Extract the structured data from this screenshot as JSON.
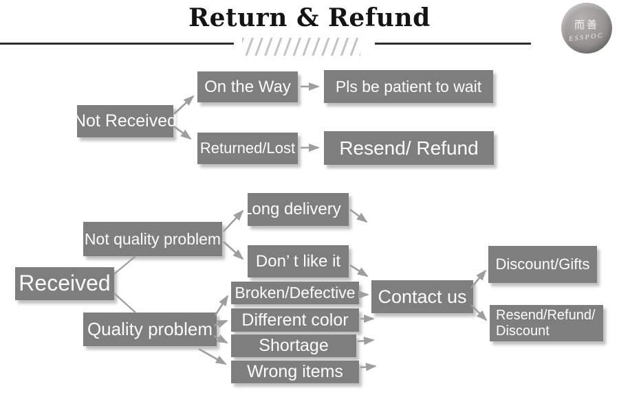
{
  "header": {
    "title": "Return & Refund",
    "logo": {
      "chinese": "而善",
      "brand": "ESSPOC"
    }
  },
  "colors": {
    "node_background": "#7e7e7e",
    "node_text": "#fdfdfd",
    "arrow": "#9e9e9e",
    "divider": "#2d2d2d",
    "title_text": "#141414",
    "page_background": "#ffffff"
  },
  "diagram": {
    "nodes": {
      "not_received": "Not Received",
      "on_the_way": "On the Way",
      "pls_be_patient": "Pls be patient to wait",
      "returned_lost": "Returned/Lost",
      "resend_refund": "Resend/ Refund",
      "received": "Received",
      "not_quality_problem": "Not quality problem",
      "long_delivery": "Long delivery",
      "dont_like_it": "Don’ t like it",
      "quality_problem": "Quality problem",
      "broken_defective": "Broken/Defective",
      "different_color": "Different color",
      "shortage": "Shortage",
      "wrong_items": "Wrong items",
      "contact_us": "Contact us",
      "discount_gifts": "Discount/Gifts",
      "resend_refund_discount_line1": "Resend/Refund/",
      "resend_refund_discount_line2": "Discount"
    },
    "edges": [
      {
        "from": "not_received",
        "to": "on_the_way",
        "arrowhead": true
      },
      {
        "from": "not_received",
        "to": "returned_lost",
        "arrowhead": true
      },
      {
        "from": "on_the_way",
        "to": "pls_be_patient",
        "arrowhead": true
      },
      {
        "from": "returned_lost",
        "to": "resend_refund",
        "arrowhead": true
      },
      {
        "from": "received",
        "to": "not_quality_problem",
        "arrowhead": false
      },
      {
        "from": "received",
        "to": "quality_problem",
        "arrowhead": false
      },
      {
        "from": "not_quality_problem",
        "to": "long_delivery",
        "arrowhead": true
      },
      {
        "from": "not_quality_problem",
        "to": "dont_like_it",
        "arrowhead": true
      },
      {
        "from": "long_delivery",
        "to": "contact_us",
        "arrowhead": true
      },
      {
        "from": "dont_like_it",
        "to": "contact_us",
        "arrowhead": true
      },
      {
        "from": "quality_problem",
        "to": "broken_defective",
        "arrowhead": true
      },
      {
        "from": "quality_problem",
        "to": "different_color",
        "arrowhead": true
      },
      {
        "from": "quality_problem",
        "to": "shortage",
        "arrowhead": true
      },
      {
        "from": "quality_problem",
        "to": "wrong_items",
        "arrowhead": true
      },
      {
        "from": "broken_defective",
        "to": "contact_us",
        "arrowhead": true
      },
      {
        "from": "different_color",
        "to": "contact_us",
        "arrowhead": true
      },
      {
        "from": "shortage",
        "to": "contact_us",
        "arrowhead": true
      },
      {
        "from": "wrong_items",
        "to": "contact_us",
        "arrowhead": true
      },
      {
        "from": "contact_us",
        "to": "discount_gifts",
        "arrowhead": true
      },
      {
        "from": "contact_us",
        "to": "resend_refund_discount",
        "arrowhead": true
      }
    ]
  }
}
